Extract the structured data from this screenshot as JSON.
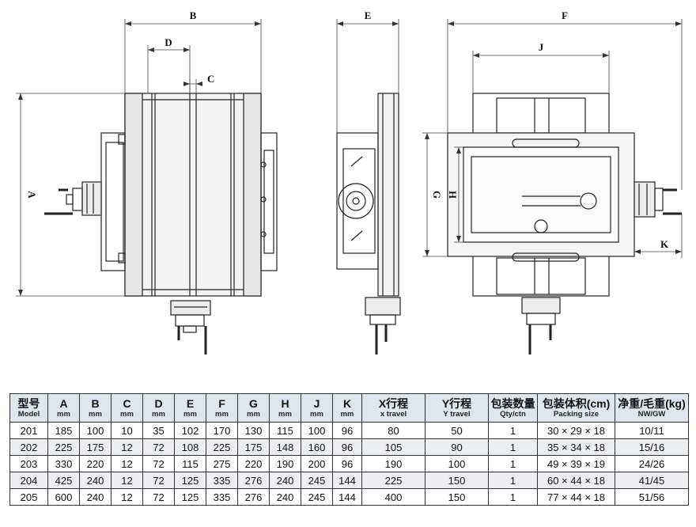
{
  "drawing": {
    "labels": {
      "a": "A",
      "b": "B",
      "c": "C",
      "d": "D",
      "e": "E",
      "f": "F",
      "g": "G",
      "h": "H",
      "j": "J",
      "k": "K"
    }
  },
  "table": {
    "headers": [
      {
        "main": "型号",
        "sub": "Model"
      },
      {
        "main": "A",
        "sub": "mm"
      },
      {
        "main": "B",
        "sub": "mm"
      },
      {
        "main": "C",
        "sub": "mm"
      },
      {
        "main": "D",
        "sub": "mm"
      },
      {
        "main": "E",
        "sub": "mm"
      },
      {
        "main": "F",
        "sub": "mm"
      },
      {
        "main": "G",
        "sub": "mm"
      },
      {
        "main": "H",
        "sub": "mm"
      },
      {
        "main": "J",
        "sub": "mm"
      },
      {
        "main": "K",
        "sub": "mm"
      },
      {
        "main": "X行程",
        "sub": "x travel"
      },
      {
        "main": "Y行程",
        "sub": "Y travel"
      },
      {
        "main": "包装数量",
        "sub": "Qty/ctn"
      },
      {
        "main": "包装体积(cm)",
        "sub": "Packing size"
      },
      {
        "main": "净重/毛重(kg)",
        "sub": "NW/GW"
      }
    ],
    "rows": [
      [
        "201",
        "185",
        "100",
        "10",
        "35",
        "102",
        "170",
        "130",
        "115",
        "100",
        "96",
        "80",
        "50",
        "1",
        "30 × 29 × 18",
        "10/11"
      ],
      [
        "202",
        "225",
        "175",
        "12",
        "72",
        "108",
        "225",
        "175",
        "148",
        "160",
        "96",
        "105",
        "90",
        "1",
        "35 × 34 × 18",
        "15/16"
      ],
      [
        "203",
        "330",
        "220",
        "12",
        "72",
        "115",
        "275",
        "220",
        "190",
        "200",
        "96",
        "190",
        "100",
        "1",
        "49 × 39 × 19",
        "24/26"
      ],
      [
        "204",
        "425",
        "240",
        "12",
        "72",
        "125",
        "335",
        "276",
        "240",
        "245",
        "144",
        "225",
        "150",
        "1",
        "60 × 44 × 18",
        "41/45"
      ],
      [
        "205",
        "600",
        "240",
        "12",
        "72",
        "125",
        "335",
        "276",
        "240",
        "245",
        "144",
        "400",
        "150",
        "1",
        "77 × 44 × 18",
        "51/56"
      ]
    ]
  }
}
